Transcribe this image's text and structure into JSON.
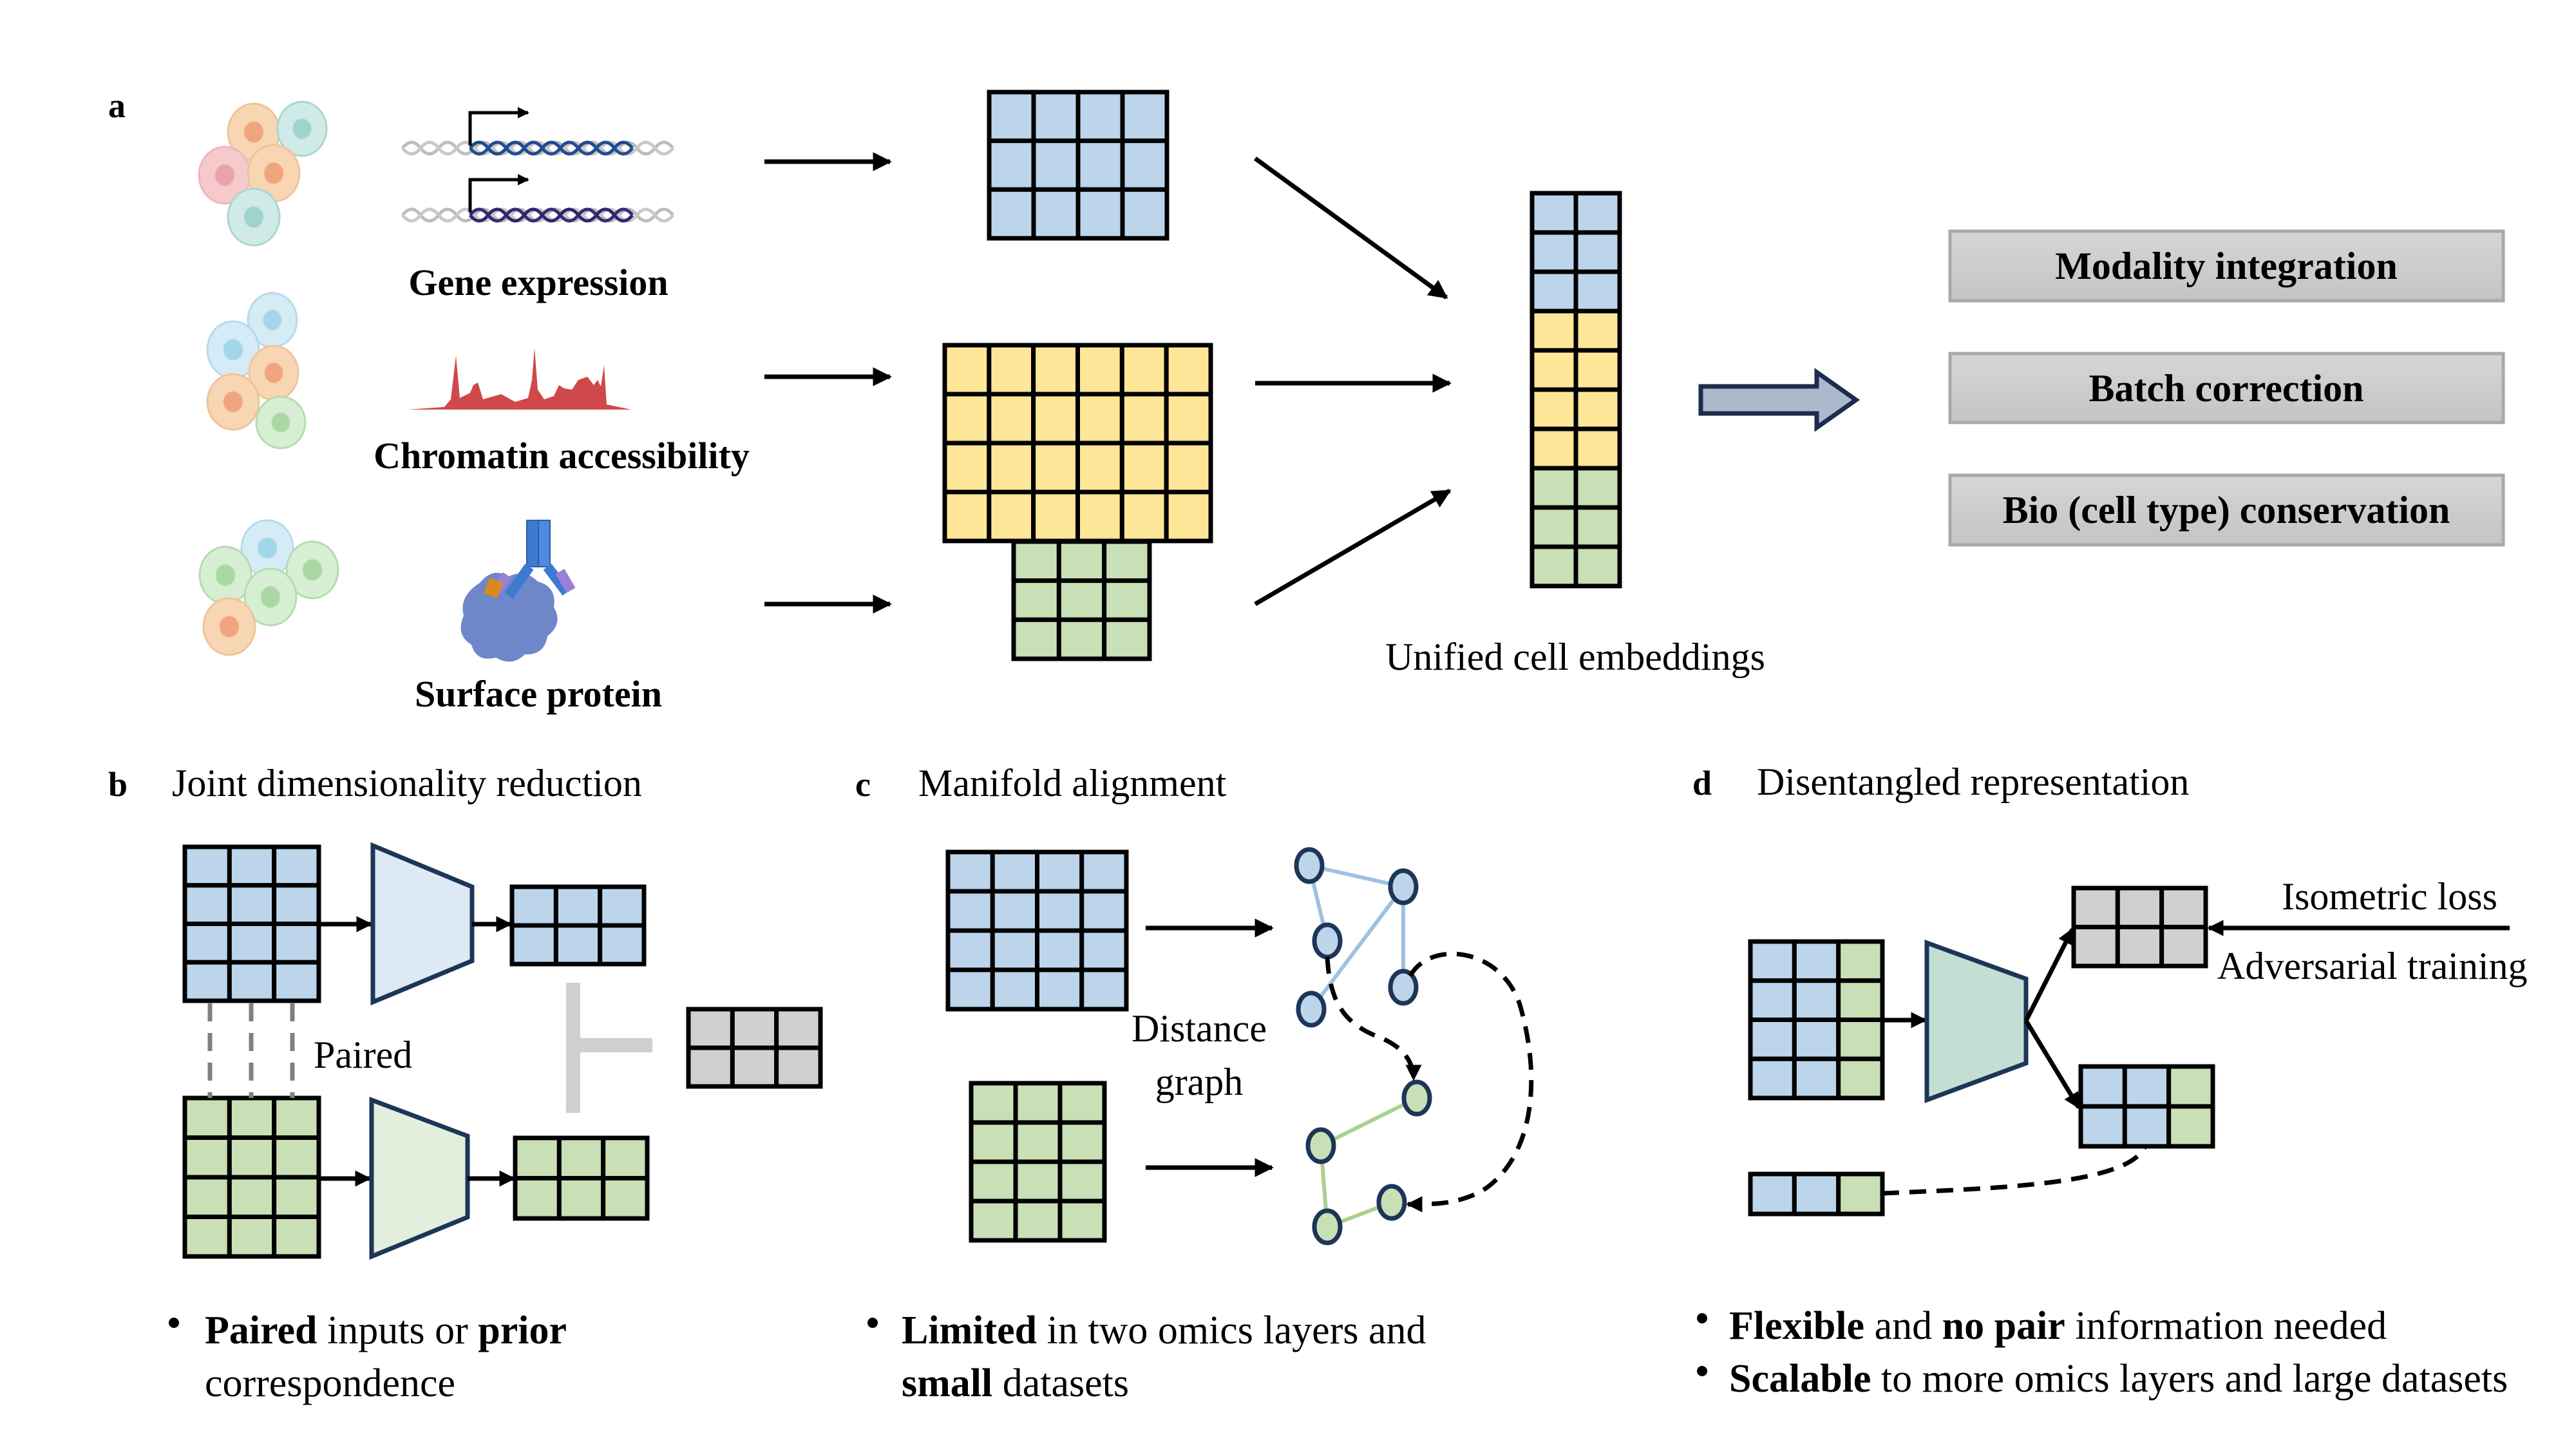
{
  "colors": {
    "blue_cell": "#bcd5eb",
    "yellow_cell": "#fde698",
    "green_cell": "#c9dfb6",
    "gray_cell": "#d0d0d0",
    "encoder_blue": "#dde9f5",
    "encoder_green": "#e2efdc",
    "encoder_teal": "#c3dfd5",
    "encoder_stroke": "#1d3557",
    "big_arrow_fill": "#adb9cb",
    "big_arrow_stroke": "#1d2b4e",
    "chromatin_red": "#d0494a",
    "outcome_box": "#d2d2d2",
    "outcome_border": "#a9a9a9",
    "graph_blue_edge": "#9ec1e2",
    "graph_green_edge": "#a9d18e",
    "node_stroke": "#1d3557"
  },
  "panel_a": {
    "label": "a",
    "modalities": [
      {
        "name": "Gene expression",
        "icon": "dna-transcription-icon",
        "grid": {
          "cols": 4,
          "rows": 3,
          "color": "blue"
        }
      },
      {
        "name": "Chromatin accessibility",
        "icon": "chromatin-peaks-icon",
        "grid": {
          "cols": 6,
          "rows": 4,
          "color": "yellow"
        }
      },
      {
        "name": "Surface protein",
        "icon": "antibody-protein-icon",
        "grid": {
          "cols": 3,
          "rows": 3,
          "color": "green"
        }
      }
    ],
    "embedding": {
      "caption": "Unified cell embeddings",
      "cols": 2,
      "segments": [
        {
          "color": "blue",
          "rows": 3
        },
        {
          "color": "yellow",
          "rows": 4
        },
        {
          "color": "green",
          "rows": 3
        }
      ]
    },
    "outcomes": [
      "Modality integration",
      "Batch correction",
      "Bio (cell type) conservation"
    ]
  },
  "panel_b": {
    "label": "b",
    "title": "Joint dimensionality reduction",
    "paired_label": "Paired",
    "bullets": [
      {
        "parts": [
          {
            "t": "Paired",
            "b": true
          },
          {
            "t": " inputs or ",
            "b": false
          },
          {
            "t": "prior",
            "b": true
          }
        ],
        "line2": [
          {
            "t": "correspondence",
            "b": false
          }
        ]
      }
    ]
  },
  "panel_c": {
    "label": "c",
    "title": "Manifold alignment",
    "graph_label_line1": "Distance",
    "graph_label_line2": "graph",
    "bullets": [
      {
        "parts": [
          {
            "t": "Limited",
            "b": true
          },
          {
            "t": " in two omics layers and",
            "b": false
          }
        ],
        "line2": [
          {
            "t": "small",
            "b": true
          },
          {
            "t": " datasets",
            "b": false
          }
        ]
      }
    ]
  },
  "panel_d": {
    "label": "d",
    "title": "Disentangled representation",
    "isometric_label": "Isometric loss",
    "adversarial_label": "Adversarial training",
    "bullets": [
      {
        "parts": [
          {
            "t": "Flexible",
            "b": true
          },
          {
            "t": " and ",
            "b": false
          },
          {
            "t": "no pair",
            "b": true
          },
          {
            "t": " information needed",
            "b": false
          }
        ]
      },
      {
        "parts": [
          {
            "t": "Scalable",
            "b": true
          },
          {
            "t": " to more omics layers and large datasets",
            "b": false
          }
        ]
      }
    ]
  }
}
